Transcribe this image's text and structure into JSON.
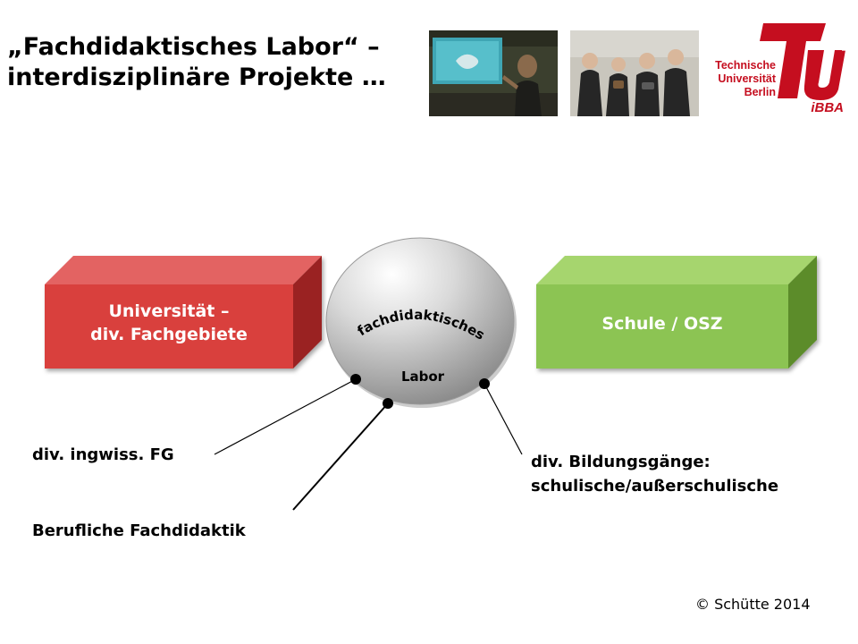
{
  "slide": {
    "title_lines": [
      "„Fachdidaktisches Labor“ –",
      "interdisziplinäre Projekte …"
    ],
    "copyright": "© Schütte 2014"
  },
  "logo": {
    "text_lines": [
      "Technische",
      "Universität",
      "Berlin"
    ],
    "vertical_word": "berlin",
    "sub": "iBBA",
    "color": "#c50e1f",
    "icon": "tu-berlin-logo-icon"
  },
  "photos": [
    {
      "icon": "presentation-photo-icon"
    },
    {
      "icon": "group-photo-icon"
    }
  ],
  "diagram": {
    "left_box": {
      "lines": [
        "Universität –",
        "div. Fachgebiete"
      ],
      "color": "#d9403d"
    },
    "right_box": {
      "label": "Schule / OSZ",
      "color": "#8cc452"
    },
    "sphere": {
      "arc_text": "fachdidaktisches",
      "center_text": "Labor"
    },
    "tags": {
      "ingwiss": {
        "label": "div. ingwiss. FG"
      },
      "fachdidaktik": {
        "label": "Berufliche Fachdidaktik"
      },
      "bildung": {
        "lines": [
          "div. Bildungsgänge:",
          "schulische/außerschulische"
        ]
      }
    }
  }
}
